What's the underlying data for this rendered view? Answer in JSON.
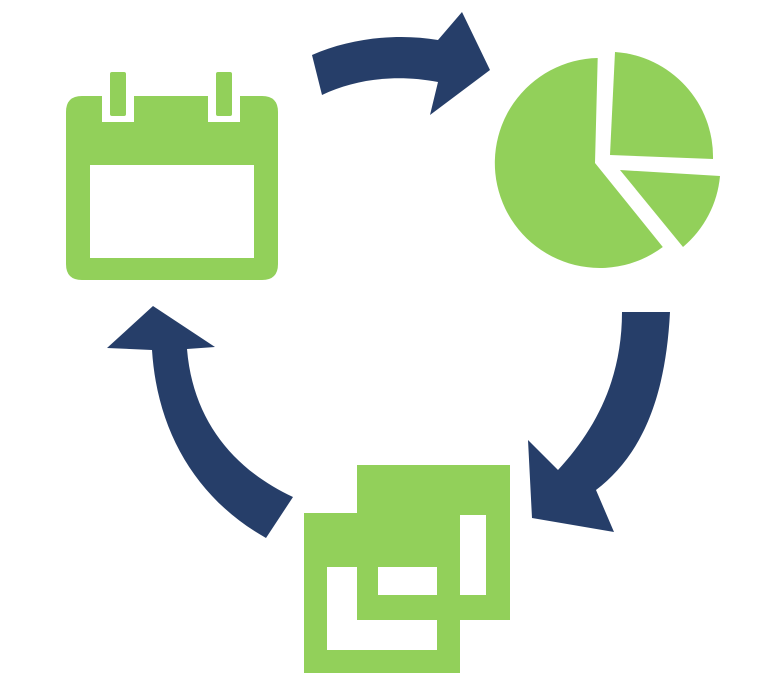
{
  "diagram": {
    "type": "cycle",
    "direction": "clockwise",
    "colors": {
      "icon": "#92d05a",
      "arrow": "#263e69",
      "background": "#ffffff"
    },
    "nodes": [
      {
        "id": "calendar",
        "icon": "calendar-icon"
      },
      {
        "id": "chart",
        "icon": "pie-chart-icon"
      },
      {
        "id": "windows",
        "icon": "stacked-windows-icon"
      }
    ],
    "edges": [
      {
        "from": "calendar",
        "to": "chart"
      },
      {
        "from": "chart",
        "to": "windows"
      },
      {
        "from": "windows",
        "to": "calendar"
      }
    ]
  }
}
